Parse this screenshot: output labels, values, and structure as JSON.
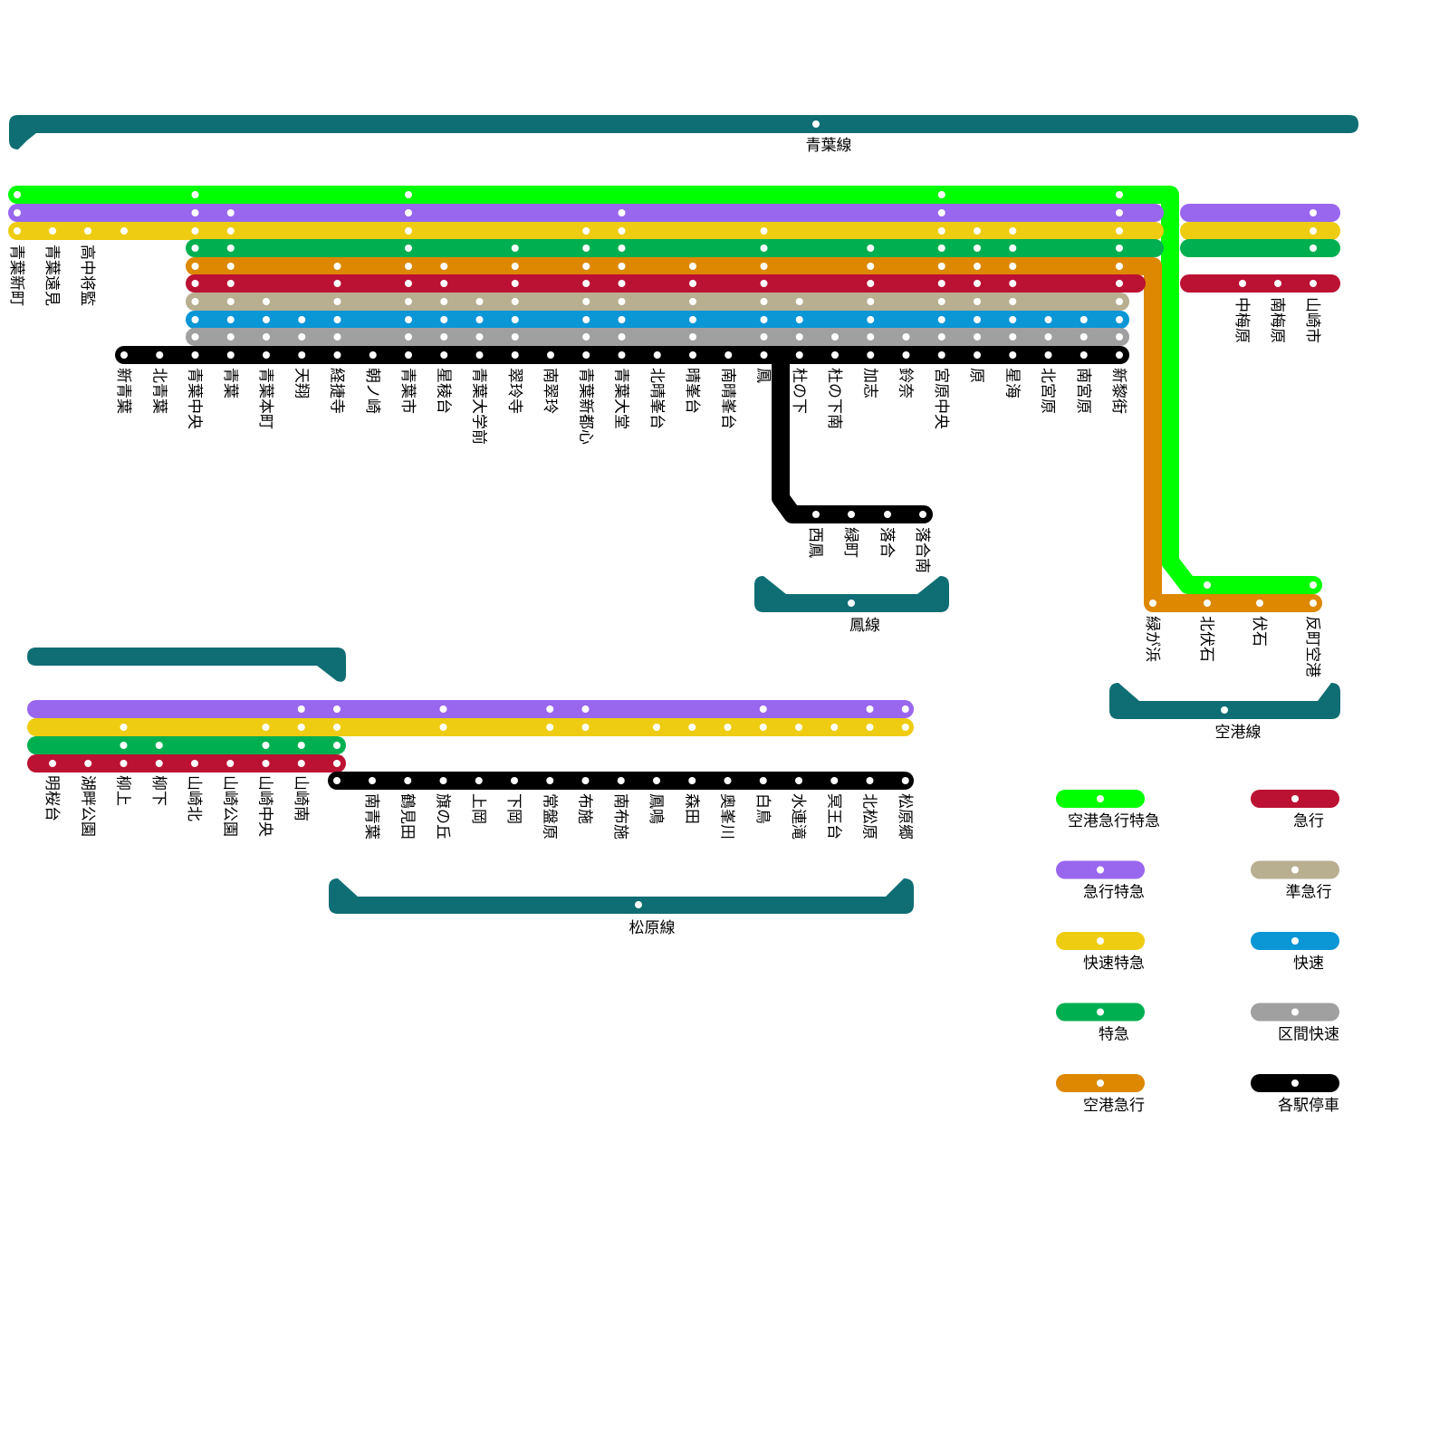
{
  "services": {
    "airport_ltd_exp": {
      "name": "空港急行特急",
      "color": "#00ff00"
    },
    "exp_ltd": {
      "name": "急行特急",
      "color": "#9966ee"
    },
    "rapid_ltd": {
      "name": "快速特急",
      "color": "#eecc11"
    },
    "ltd": {
      "name": "特急",
      "color": "#00b050"
    },
    "airport_exp": {
      "name": "空港急行",
      "color": "#dd8800"
    },
    "exp": {
      "name": "急行",
      "color": "#bb1133"
    },
    "semi_exp": {
      "name": "準急行",
      "color": "#b8ae90"
    },
    "rapid": {
      "name": "快速",
      "color": "#0b96d6"
    },
    "sect_rapid": {
      "name": "区間快速",
      "color": "#a0a0a0"
    },
    "local": {
      "name": "各駅停車",
      "color": "#000000"
    }
  },
  "line_color": "#0e6e73",
  "lines": {
    "aoba": {
      "name": "青葉線"
    },
    "otori": {
      "name": "鳳線"
    },
    "airport": {
      "name": "空港線"
    },
    "matsubara": {
      "name": "松原線"
    }
  },
  "aoba_west_stations": [
    "青葉新町",
    "青葉遠見",
    "高中将監"
  ],
  "aoba_stations": [
    "新青葉",
    "北青葉",
    "青葉中央",
    "青葉",
    "青葉本町",
    "天翔",
    "経捷寺",
    "朝ノ崎",
    "青葉市",
    "星稜台",
    "青葉大学前",
    "翠玲寺",
    "南翠玲",
    "青葉新都心",
    "青葉大堂",
    "北晴峯台",
    "晴峯台",
    "南晴峯台",
    "鳳",
    "杜の下",
    "杜の下南",
    "加志",
    "鈴奈",
    "宮原中央",
    "原",
    "星海",
    "北宮原",
    "南宮原",
    "新黎街"
  ],
  "aoba_stops": {
    "airport_ltd_exp": [
      "青葉新町",
      "青葉中央",
      "青葉市",
      "宮原中央",
      "新黎街"
    ],
    "exp_ltd": [
      "青葉新町",
      "青葉中央",
      "青葉",
      "青葉市",
      "青葉大堂",
      "宮原中央",
      "新黎街"
    ],
    "rapid_ltd": [
      "青葉新町",
      "青葉遠見",
      "高中将監",
      "新青葉",
      "青葉中央",
      "青葉",
      "青葉市",
      "青葉新都心",
      "青葉大堂",
      "鳳",
      "宮原中央",
      "原",
      "星海",
      "新黎街"
    ],
    "ltd": [
      "青葉中央",
      "青葉",
      "青葉市",
      "翠玲寺",
      "青葉新都心",
      "青葉大堂",
      "鳳",
      "加志",
      "宮原中央",
      "原",
      "星海",
      "新黎街"
    ],
    "airport_exp": [
      "青葉中央",
      "青葉",
      "経捷寺",
      "青葉市",
      "星稜台",
      "翠玲寺",
      "青葉新都心",
      "青葉大堂",
      "晴峯台",
      "鳳",
      "加志",
      "宮原中央",
      "原",
      "星海",
      "新黎街"
    ],
    "exp": [
      "青葉中央",
      "青葉",
      "経捷寺",
      "青葉市",
      "星稜台",
      "翠玲寺",
      "青葉新都心",
      "青葉大堂",
      "晴峯台",
      "鳳",
      "加志",
      "宮原中央",
      "原",
      "星海",
      "新黎街"
    ],
    "semi_exp": [
      "青葉中央",
      "青葉",
      "青葉本町",
      "経捷寺",
      "青葉市",
      "星稜台",
      "青葉大学前",
      "翠玲寺",
      "青葉新都心",
      "青葉大堂",
      "晴峯台",
      "鳳",
      "杜の下",
      "加志",
      "宮原中央",
      "原",
      "星海",
      "新黎街"
    ],
    "rapid": [
      "青葉中央",
      "青葉",
      "青葉本町",
      "天翔",
      "経捷寺",
      "青葉市",
      "星稜台",
      "青葉大学前",
      "翠玲寺",
      "青葉新都心",
      "青葉大堂",
      "晴峯台",
      "鳳",
      "杜の下",
      "加志",
      "宮原中央",
      "原",
      "星海",
      "北宮原",
      "南宮原",
      "新黎街"
    ],
    "sect_rapid": [
      "青葉中央",
      "青葉",
      "青葉本町",
      "天翔",
      "経捷寺",
      "青葉市",
      "星稜台",
      "青葉大学前",
      "翠玲寺",
      "青葉新都心",
      "青葉大堂",
      "晴峯台",
      "鳳",
      "杜の下",
      "杜の下南",
      "加志",
      "鈴奈",
      "宮原中央",
      "原",
      "星海",
      "北宮原",
      "南宮原",
      "新黎街"
    ]
  },
  "yamazaki_stations": [
    "中梅原",
    "南梅原",
    "山崎市"
  ],
  "yamazaki_stops": {
    "exp_ltd": [
      "山崎市"
    ],
    "rapid_ltd": [
      "山崎市"
    ],
    "ltd": [
      "山崎市"
    ],
    "exp": [
      "中梅原",
      "南梅原",
      "山崎市"
    ]
  },
  "otori_stations": [
    "西鳳",
    "緑町",
    "落合",
    "落合南"
  ],
  "airport_stations": [
    "緑が浜",
    "北伏石",
    "伏石",
    "反町空港"
  ],
  "airport_stops": {
    "airport_ltd_exp": [
      "北伏石",
      "反町空港"
    ],
    "airport_exp": [
      "緑が浜",
      "北伏石",
      "伏石",
      "反町空港"
    ]
  },
  "yamazaki_west_stations": [
    "明桜台",
    "湖畔公園",
    "柳上",
    "柳下",
    "山崎北",
    "山崎公園",
    "山崎中央",
    "山崎南"
  ],
  "matsubara_stations": [
    "南青葉",
    "鶴見田",
    "旗の丘",
    "上岡",
    "下岡",
    "常盤原",
    "布施",
    "南布施",
    "鳳鳴",
    "森田",
    "奥峯川",
    "白鳥",
    "水連滝",
    "冥王台",
    "北松原",
    "松原郷"
  ],
  "matsubara_stops": {
    "exp_ltd": [
      "山崎南",
      "JUNC",
      "旗の丘",
      "常盤原",
      "布施",
      "白鳥",
      "北松原",
      "松原郷"
    ],
    "rapid_ltd": [
      "柳上",
      "山崎中央",
      "山崎南",
      "JUNC",
      "旗の丘",
      "常盤原",
      "布施",
      "鳳鳴",
      "森田",
      "奥峯川",
      "白鳥",
      "水連滝",
      "冥王台",
      "北松原",
      "松原郷"
    ],
    "ltd": [
      "柳上",
      "柳下",
      "山崎中央",
      "山崎南",
      "JUNC"
    ],
    "exp": [
      "明桜台",
      "湖畔公園",
      "柳上",
      "柳下",
      "山崎北",
      "山崎公園",
      "山崎中央",
      "山崎南",
      "JUNC"
    ]
  },
  "legend": [
    {
      "service": "airport_ltd_exp",
      "label": "空港急行特急"
    },
    {
      "service": "exp",
      "label": "急行"
    },
    {
      "service": "exp_ltd",
      "label": "急行特急"
    },
    {
      "service": "semi_exp",
      "label": "準急行"
    },
    {
      "service": "rapid_ltd",
      "label": "快速特急"
    },
    {
      "service": "rapid",
      "label": "快速"
    },
    {
      "service": "ltd",
      "label": "特急"
    },
    {
      "service": "sect_rapid",
      "label": "区間快速"
    },
    {
      "service": "airport_exp",
      "label": "空港急行"
    },
    {
      "service": "local",
      "label": "各駅停車"
    }
  ]
}
